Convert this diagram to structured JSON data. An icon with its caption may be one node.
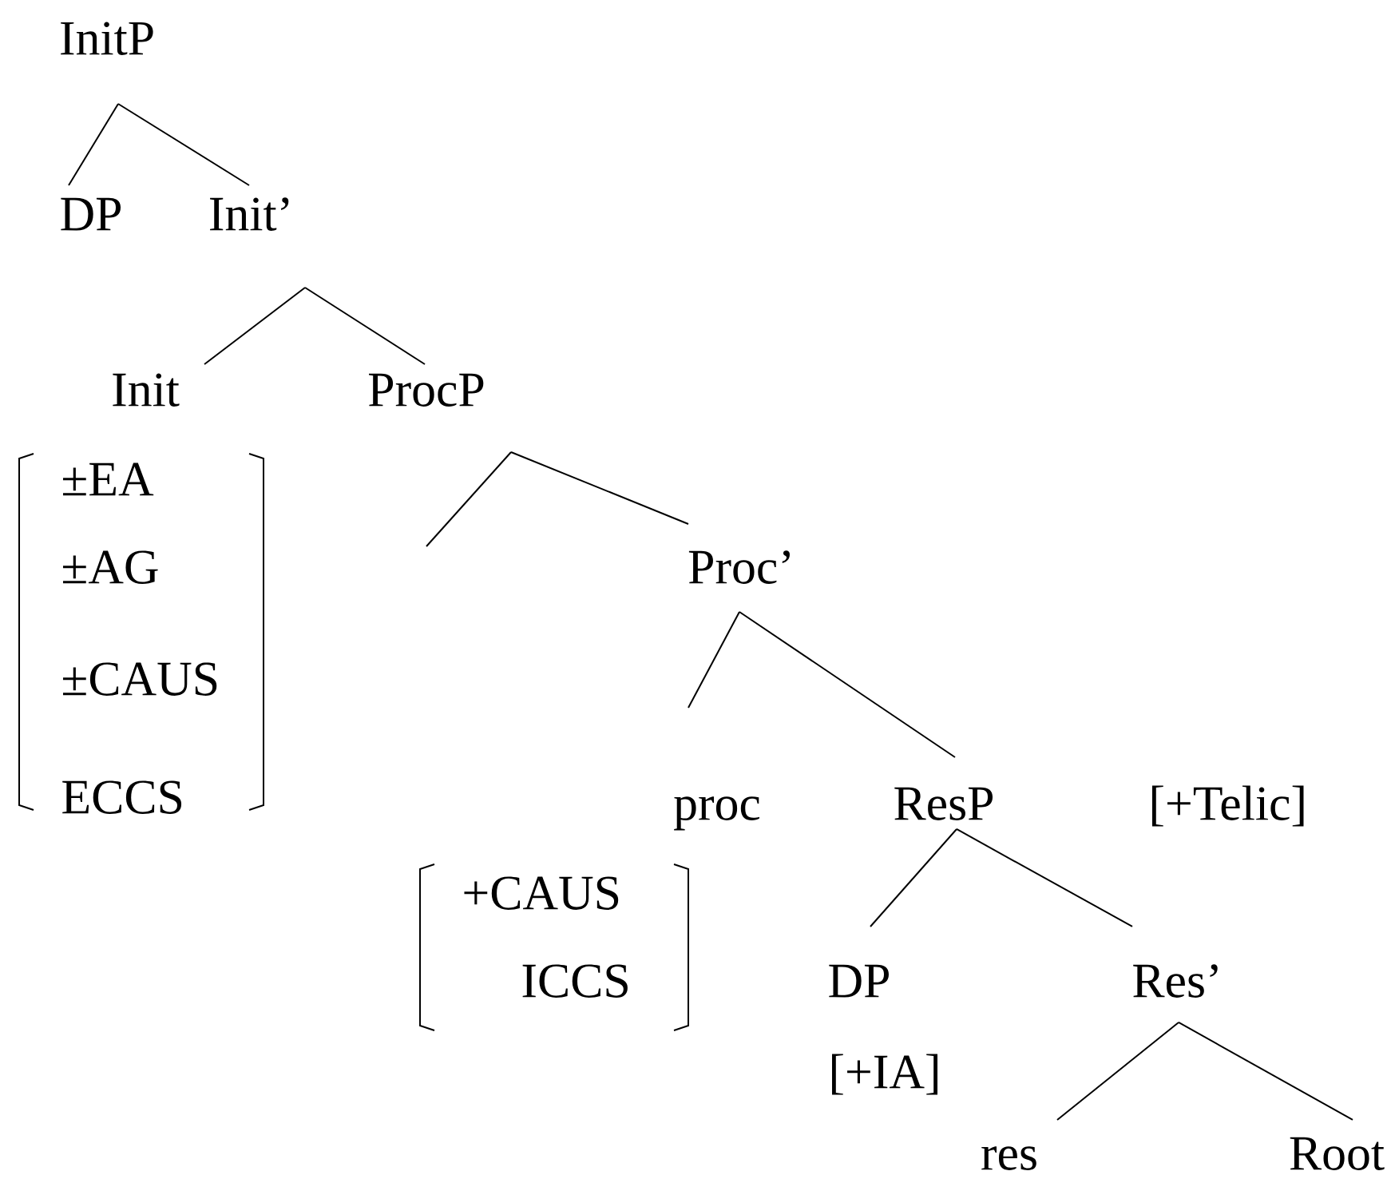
{
  "diagram": {
    "nodes": [
      {
        "text": [
          "InitP"
        ]
      },
      {
        "text": [
          "DP"
        ]
      },
      {
        "text": [
          "Init’"
        ]
      },
      {
        "text": [
          "Init"
        ]
      },
      {
        "text": [
          "ProcP"
        ]
      },
      {
        "text": [
          "Proc’"
        ]
      },
      {
        "text": [
          "proc"
        ]
      },
      {
        "text": [
          "ResP"
        ]
      },
      {
        "text": [
          "DP"
        ],
        "beside": [
          "[+IA]"
        ]
      },
      {
        "text": [
          "Res’"
        ]
      },
      {
        "text": [
          "res"
        ]
      },
      {
        "text": [
          "Root"
        ]
      }
    ],
    "edges": [
      {
        "from": 0,
        "to": 1,
        "arrow": "none"
      },
      {
        "from": 0,
        "to": 2,
        "arrow": "none"
      },
      {
        "from": 2,
        "to": 3,
        "arrow": "none"
      },
      {
        "from": 2,
        "to": 4,
        "arrow": "none"
      },
      {
        "from": 4,
        "to": null,
        "arrow": "none"
      },
      {
        "from": 4,
        "to": 5,
        "arrow": "none"
      },
      {
        "from": 5,
        "to": 6,
        "arrow": "none"
      },
      {
        "from": 5,
        "to": 7,
        "arrow": "none"
      },
      {
        "from": 7,
        "to": 8,
        "arrow": "none"
      },
      {
        "from": 7,
        "to": 9,
        "arrow": "none"
      },
      {
        "from": 9,
        "to": 10,
        "arrow": "none"
      },
      {
        "from": 9,
        "to": 11,
        "arrow": "none"
      }
    ],
    "labels": [
      "±EA",
      "±AG",
      "±CAUS",
      "ECCS",
      "[+Telic]",
      "+CAUS",
      "ICCS"
    ]
  }
}
